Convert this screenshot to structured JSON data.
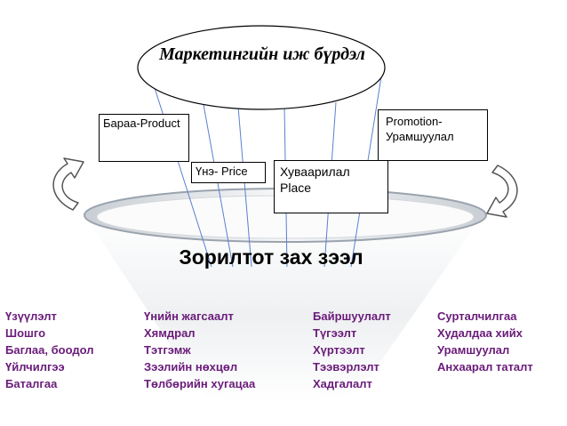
{
  "title": "Маркетингийн иж бүрдэл",
  "boxes": {
    "product": "Бараа-Product",
    "price": "Үнэ- Price",
    "place": "Хуваарилал Place",
    "promotion": "Promotion- Урамшуулал"
  },
  "target_market": "Зорилтот зах зээл",
  "columns": {
    "product": [
      "Үзүүлэлт",
      "Шошго",
      "Баглаа, боодол",
      "Үйлчилгээ",
      "Баталгаа"
    ],
    "price": [
      "Үнийн жагсаалт",
      "Хямдрал",
      "Тэтгэмж",
      "Зээлийн нөхцөл",
      "Төлбөрийн хугацаа"
    ],
    "place": [
      "Байршуулалт",
      "Түгээлт",
      "Хүртээлт",
      "Тээвэрлэлт",
      "Хадгалалт"
    ],
    "promotion": [
      "Сурталчилгаа",
      "Худалдаа хийх",
      "Урамшуулал",
      "Анхаарал таталт"
    ]
  },
  "colors": {
    "list_text": "#6a1b7a",
    "rays": "#5b7fd1",
    "funnel_rim": "#9aa3ad"
  }
}
